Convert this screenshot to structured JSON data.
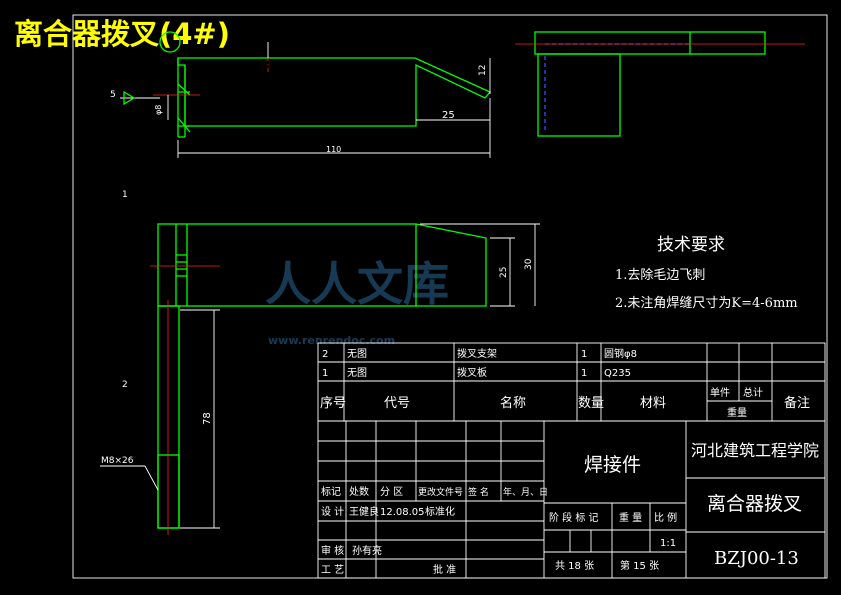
{
  "title": "离合器拨叉(4#)",
  "tech": {
    "heading": "技术要求",
    "item1": "1.去除毛边飞刺",
    "item2": "2.未注角焊缝尺寸为K=4-6mm"
  },
  "dims": {
    "d5": "5",
    "dia8": "φ8",
    "d110": "110",
    "d25": "25",
    "d12": "12",
    "d25b": "25",
    "d30": "30",
    "d78": "78",
    "thread": "M8×26"
  },
  "view_nums": {
    "v1": "1",
    "v2": "2"
  },
  "watermark": {
    "text": "人人文库",
    "url": "www.renrendoc.com"
  },
  "parts": [
    {
      "no": "2",
      "code": "无图",
      "name": "拨叉支架",
      "qty": "1",
      "material": "圆钢φ8"
    },
    {
      "no": "1",
      "code": "无图",
      "name": "拨叉板",
      "qty": "1",
      "material": "Q235"
    }
  ],
  "bom_header": {
    "no": "序号",
    "code": "代号",
    "name": "名称",
    "qty": "数量",
    "material": "材料",
    "unit": "单件",
    "total": "总计",
    "weight": "重量",
    "remark": "备注"
  },
  "title_block": {
    "mark": "标记",
    "count": "处数",
    "zone": "分 区",
    "doc": "更改文件号",
    "sign": "签 名",
    "date": "年、月、日",
    "design": "设 计",
    "designer": "王健良",
    "design_date": "12.08.05",
    "std": "标准化",
    "stage": "阶 段 标 记",
    "weight": "重 量",
    "scale_label": "比 例",
    "scale": "1:1",
    "review": "审 核",
    "reviewer": "孙有亮",
    "process": "工 艺",
    "approve": "批 准",
    "sheets": "共 18 张",
    "sheet": "第 15 张",
    "part_type": "焊接件",
    "school": "河北建筑工程学院",
    "drawing_name": "离合器拨叉",
    "drawing_no": "BZJ00-13"
  },
  "colors": {
    "line": "#00ff00",
    "dim": "#ffffff",
    "center": "#ff2020",
    "hidden": "#3050ff",
    "title": "#ffff00"
  }
}
